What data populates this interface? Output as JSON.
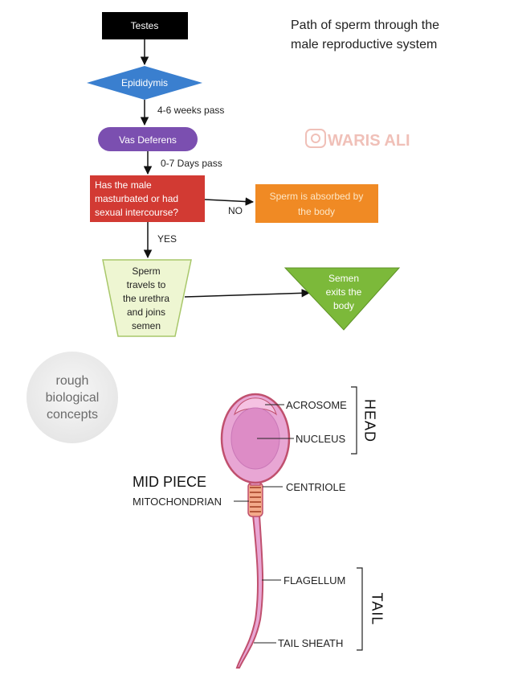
{
  "title": [
    "Path of sperm through the",
    "male reproductive system"
  ],
  "watermark": "WARIS ALI",
  "badge": [
    "rough",
    "biological",
    "concepts"
  ],
  "flowchart": {
    "testes": "Testes",
    "epididymis": "Epididymis",
    "edge1_label": "4-6 weeks pass",
    "vas_deferens": "Vas Deferens",
    "edge2_label": "0-7 Days pass",
    "decision": [
      "Has the male",
      "masturbated or had",
      "sexual intercourse?"
    ],
    "no_label": "NO",
    "absorbed": [
      "Sperm is absorbed by",
      "the body"
    ],
    "yes_label": "YES",
    "sperm_travels": [
      "Sperm",
      "travels to",
      "the urethra",
      "and joins",
      "semen"
    ],
    "semen_exits": [
      "Semen",
      "exits the",
      "body"
    ]
  },
  "sperm": {
    "acrosome": "ACROSOME",
    "nucleus": "NUCLEUS",
    "head": "HEAD",
    "mid_piece": "MID PIECE",
    "mitochondrian": "MITOCHONDRIAN",
    "centriole": "CENTRIOLE",
    "flagellum": "FLAGELLUM",
    "tail_sheath": "TAIL SHEATH",
    "tail": "TAIL"
  },
  "colors": {
    "testes": "#000000",
    "epididymis": "#3a7fcf",
    "vas_deferens": "#7b4fb0",
    "decision": "#d23a33",
    "absorbed": "#f08a24",
    "sperm_travels": "#eef6d2",
    "semen_exits": "#7cb93a",
    "sperm_body": "#e8a6d4",
    "sperm_outline": "#c0506e"
  }
}
